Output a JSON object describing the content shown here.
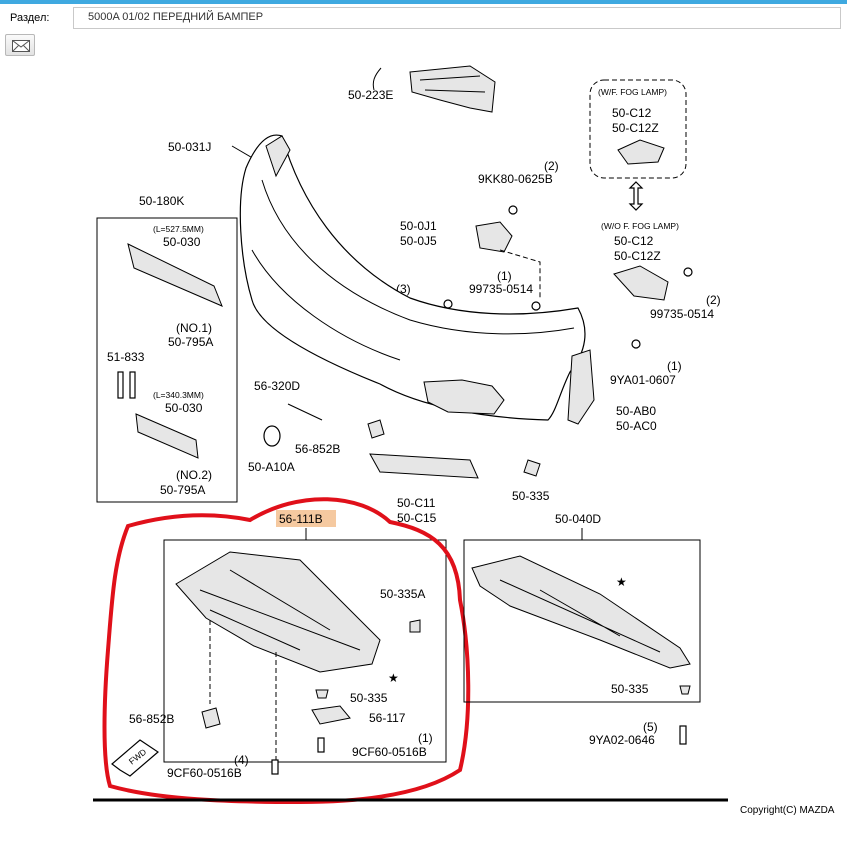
{
  "header": {
    "section_label": "Раздел:",
    "section_value": "5000A 01/02 ПЕРЕДНИЙ БАМПЕР"
  },
  "toolbar": {
    "mail_icon": "envelope-icon"
  },
  "diagram": {
    "parts": {
      "p_50_223E": "50-223E",
      "p_50_031J": "50-031J",
      "p_50_180K": "50-180K",
      "p_50_030_a": "50-030",
      "p_50_795A_a": "50-795A",
      "p_51_833": "51-833",
      "p_50_030_b": "50-030",
      "p_50_795A_b": "50-795A",
      "p_56_320D": "56-320D",
      "p_56_852B_a": "56-852B",
      "p_50_A10A": "50-A10A",
      "p_50_C11": "50-C11",
      "p_50_C15": "50-C15",
      "p_50_335_a": "50-335",
      "p_50_C12_a": "50-C12",
      "p_50_C12Z_a": "50-C12Z",
      "p_9KK80": "9KK80-0625B",
      "p_50_0J1": "50-0J1",
      "p_50_0J5": "50-0J5",
      "p_99735_a": "99735-0514",
      "p_99735_b": "99735-0514",
      "p_50_C12_b": "50-C12",
      "p_50_C12Z_b": "50-C12Z",
      "p_99735_c": "99735-0514",
      "p_9YA01": "9YA01-0607",
      "p_50_AB0": "50-AB0",
      "p_50_AC0": "50-AC0",
      "p_56_111B": "56-111B",
      "p_50_335A": "50-335A",
      "p_50_335_b": "50-335",
      "p_56_117": "56-117",
      "p_9CF60_a": "9CF60-0516B",
      "p_56_852B_b": "56-852B",
      "p_9CF60_b": "9CF60-0516B",
      "p_50_040D": "50-040D",
      "p_50_335_c": "50-335",
      "p_9YA02": "9YA02-0646"
    },
    "notes": {
      "wf_fog": "(W/F. FOG LAMP)",
      "wo_fog": "(W/O F. FOG LAMP)",
      "len_a": "(L=527.5MM)",
      "len_b": "(L=340.3MM)",
      "no1": "(NO.1)",
      "no2": "(NO.2)",
      "fwd": "FWD"
    },
    "quantities": {
      "q_9KK80": "(2)",
      "q_99735_a": "(3)",
      "q_99735_b": "(1)",
      "q_99735_c": "(2)",
      "q_9YA01": "(1)",
      "q_9CF60_a": "(1)",
      "q_9CF60_b": "(4)",
      "q_9YA02": "(5)"
    },
    "copyright": "Copyright(C) MAZDA",
    "highlight_color": "#f5c9a0",
    "annotation_color": "#e0101a"
  }
}
